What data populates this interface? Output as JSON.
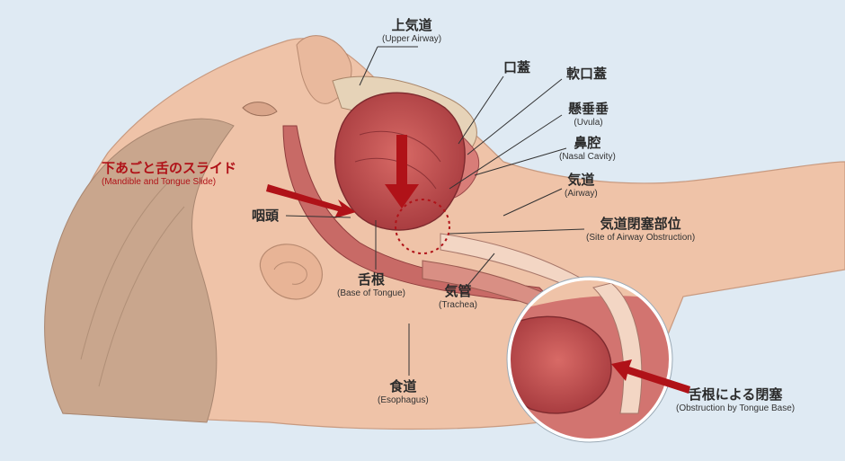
{
  "labels": {
    "upper_airway": {
      "jp": "上気道",
      "en": "(Upper Airway)"
    },
    "palate": {
      "jp": "口蓋",
      "en": ""
    },
    "soft_palate": {
      "jp": "軟口蓋",
      "en": ""
    },
    "uvula": {
      "jp": "懸垂垂",
      "en": "(Uvula)"
    },
    "nasal_cavity": {
      "jp": "鼻腔",
      "en": "(Nasal Cavity)"
    },
    "airway": {
      "jp": "気道",
      "en": "(Airway)"
    },
    "obstruction_site": {
      "jp": "気道閉塞部位",
      "en": "(Site of Airway Obstruction)"
    },
    "mandible_slide": {
      "jp": "下あごと舌のスライド",
      "en": "(Mandible and Tongue Slide)"
    },
    "pharynx": {
      "jp": "咽頭",
      "en": ""
    },
    "base_of_tongue": {
      "jp": "舌根",
      "en": "(Base of Tongue)"
    },
    "trachea": {
      "jp": "気管",
      "en": "(Trachea)"
    },
    "esophagus": {
      "jp": "食道",
      "en": "(Esophagus)"
    },
    "tongue_obstruction": {
      "jp": "舌根による閉塞",
      "en": "(Obstruction by Tongue Base)"
    }
  },
  "colors": {
    "background": "#dfeaf3",
    "skin": "#efc3a8",
    "hair": "#c9a68d",
    "muscle": "#c65a5c",
    "arrow_red": "#b01218",
    "leader_line": "#333333"
  },
  "icons": {
    "slide_arrow": "arrow-right",
    "push_arrow": "arrow-down",
    "obstruction_arrow": "arrow-left"
  }
}
